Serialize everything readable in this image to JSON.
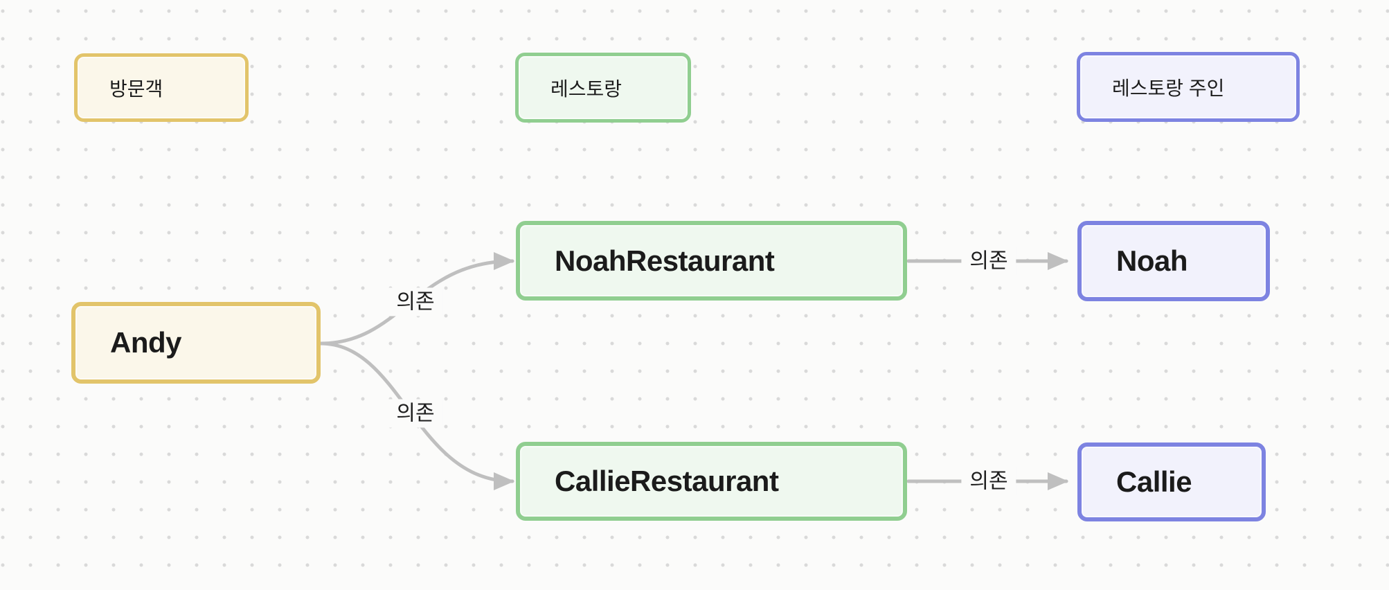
{
  "canvas": {
    "background_color": "#fbfbfa",
    "dot_color": "#d9d9d9",
    "edge_color": "#bfbfbf"
  },
  "legend": [
    {
      "label": "방문객",
      "border_color": "#e2c46a",
      "fill_color": "#fbf7ea"
    },
    {
      "label": "레스토랑",
      "border_color": "#90ce90",
      "fill_color": "#eff8ef"
    },
    {
      "label": "레스토랑 주인",
      "border_color": "#7d83e1",
      "fill_color": "#f2f2fc"
    }
  ],
  "nodes": [
    {
      "id": "andy",
      "label": "Andy",
      "category": "방문객"
    },
    {
      "id": "noah-restaurant",
      "label": "NoahRestaurant",
      "category": "레스토랑"
    },
    {
      "id": "noah",
      "label": "Noah",
      "category": "레스토랑 주인"
    },
    {
      "id": "callie-restaurant",
      "label": "CallieRestaurant",
      "category": "레스토랑"
    },
    {
      "id": "callie",
      "label": "Callie",
      "category": "레스토랑 주인"
    }
  ],
  "edges": [
    {
      "from": "Andy",
      "to": "NoahRestaurant",
      "label": "의존"
    },
    {
      "from": "Andy",
      "to": "CallieRestaurant",
      "label": "의존"
    },
    {
      "from": "NoahRestaurant",
      "to": "Noah",
      "label": "의존"
    },
    {
      "from": "CallieRestaurant",
      "to": "Callie",
      "label": "의존"
    }
  ]
}
